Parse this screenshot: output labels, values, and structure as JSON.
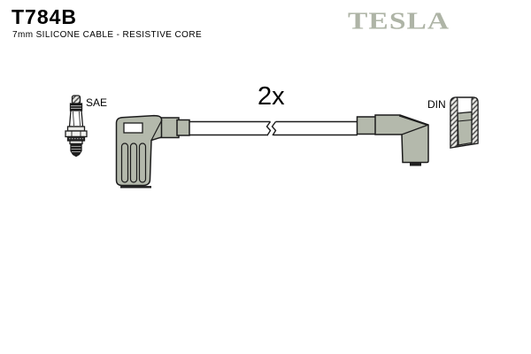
{
  "header": {
    "part_number": "T784B",
    "subtitle": "7mm SILICONE CABLE - RESISTIVE CORE",
    "brand": "TESLA"
  },
  "diagram": {
    "quantity_label": "2x",
    "left_terminal_label": "SAE",
    "right_terminal_label": "DIN"
  },
  "colors": {
    "brand_logo": "#aeb4a6",
    "boot_fill": "#b4b9ac",
    "outline": "#1c1c1c"
  }
}
